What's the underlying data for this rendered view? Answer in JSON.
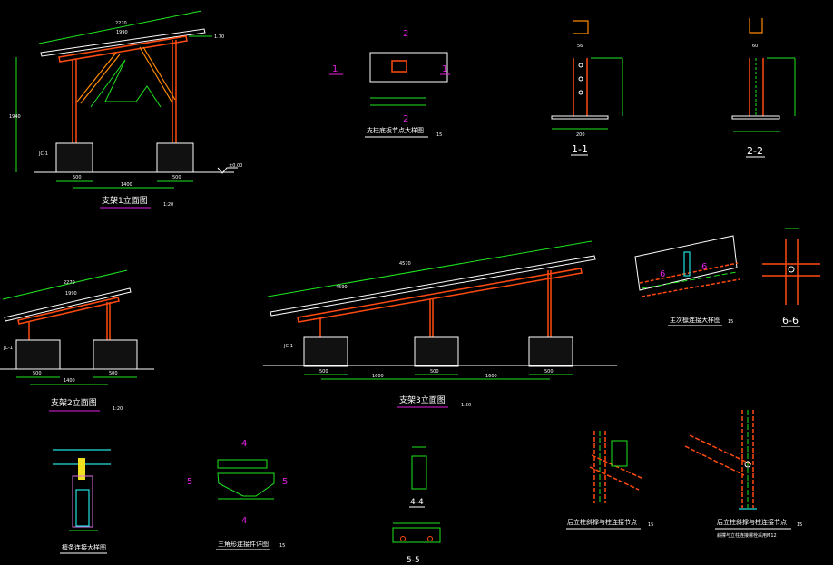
{
  "drawings": {
    "frame1": {
      "title": "支架1立面图",
      "scale": "1:20",
      "dims": {
        "span": "1400",
        "base_left": "500",
        "base_right": "500",
        "height": "1940",
        "top": "2270",
        "panel": "1990",
        "edge": "1.70",
        "elev": "±0.00"
      },
      "labels": {
        "footing": "JC-1"
      }
    },
    "frame2": {
      "title": "支架2立面图",
      "scale": "1:20",
      "dims": {
        "span": "1400",
        "base_left": "500",
        "base_right": "500",
        "top": "2270",
        "panel": "1990"
      },
      "labels": {
        "footing": "JC-1"
      }
    },
    "frame3": {
      "title": "支架3立面图",
      "scale": "1:20",
      "dims": {
        "span1": "1600",
        "span2": "1600",
        "base1": "500",
        "base2": "500",
        "base3": "500",
        "top": "4570",
        "panel": "4590"
      },
      "labels": {
        "footing": "JC-1"
      }
    },
    "base_detail": {
      "title": "支柱底板节点大样图",
      "scale": "15",
      "section_marks": [
        "1",
        "1",
        "2",
        "2"
      ]
    },
    "section_1_1": {
      "label": "1-1",
      "dims": {
        "width": "56",
        "base": "200"
      }
    },
    "section_2_2": {
      "label": "2-2",
      "dims": {
        "width": "60"
      }
    },
    "purlin_detail": {
      "title": "主次檩连接大样图",
      "scale": "15",
      "section_marks": [
        "6",
        "6"
      ]
    },
    "section_6_6": {
      "label": "6-6"
    },
    "clamp_detail": {
      "title": "檩条连接大样图"
    },
    "triangle_detail": {
      "title": "三角形连接件详图",
      "scale": "15",
      "section_marks": [
        "4",
        "4",
        "5",
        "5"
      ]
    },
    "section_4_4": {
      "label": "4-4"
    },
    "section_5_5": {
      "label": "5-5"
    },
    "brace_node": {
      "title": "后立柱斜撑与柱连接节点",
      "scale": "15"
    },
    "brace_node2": {
      "title": "后立柱斜撑与柱连接节点",
      "scale": "15",
      "note": "斜撑与立柱连接螺栓采用M12"
    }
  },
  "colors": {
    "background": "#000000",
    "dimension": "#1ee61e",
    "steel": "#ff4a10",
    "text": "#ffffff",
    "section": "#e020e0",
    "bolt": "#20e0e0"
  }
}
